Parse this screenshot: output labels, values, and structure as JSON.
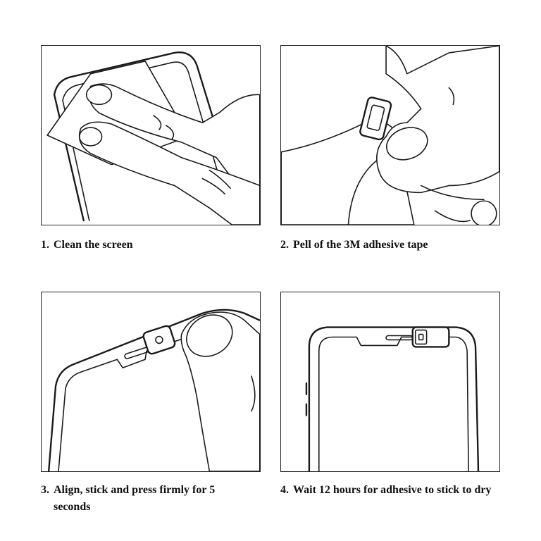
{
  "steps": [
    {
      "number": "1.",
      "text": "Clean the screen"
    },
    {
      "number": "2.",
      "text": "Pell of the 3M adhesive tape"
    },
    {
      "number": "3.",
      "text": "Align, stick and press firmly for 5"
    },
    {
      "number": "4.",
      "text": "Wait 12 hours for adhesive to stick to dry"
    }
  ],
  "step3_continuation": "seconds",
  "colors": {
    "line": "#1a1a1a",
    "background": "#ffffff",
    "border": "#222222"
  }
}
